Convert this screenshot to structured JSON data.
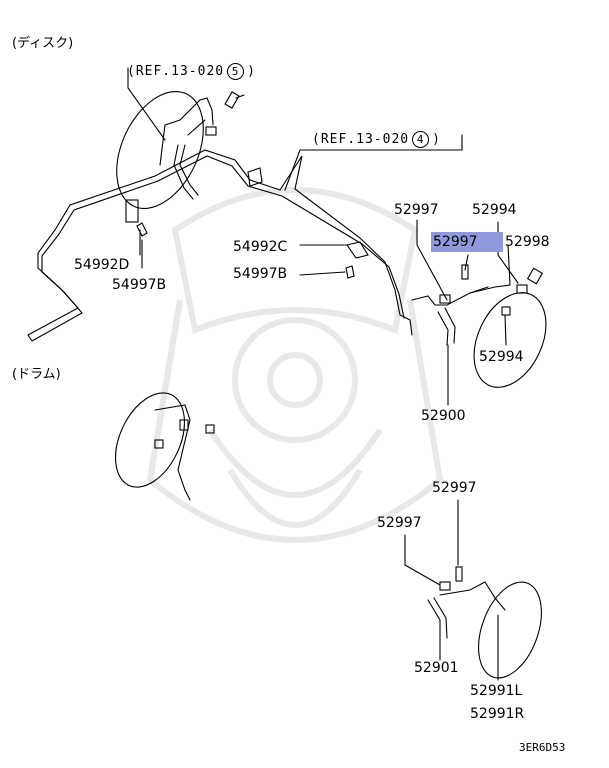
{
  "sections": {
    "disc": "(ディスク)",
    "drum": "(ドラム)"
  },
  "refs": [
    {
      "prefix": "(REF.13-020",
      "num": "5",
      "suffix": ")"
    },
    {
      "prefix": "(REF.13-020",
      "num": "4",
      "suffix": ")"
    }
  ],
  "parts": {
    "p54992D": "54992D",
    "p54997B_left": "54997B",
    "p54992C": "54992C",
    "p54997B_mid": "54997B",
    "p52997_top": "52997",
    "p52994_top": "52994",
    "p52997_highlight": "52997",
    "p52998": "52998",
    "p52994_right": "52994",
    "p52900": "52900",
    "p52997_low_right": "52997",
    "p52997_low_left": "52997",
    "p52901": "52901",
    "p52991L": "52991L",
    "p52991R": "52991R"
  },
  "footer_code": "3ER6D53",
  "colors": {
    "highlight": "#8f98dd",
    "line": "#000000",
    "watermark": "#e6e6e6"
  }
}
